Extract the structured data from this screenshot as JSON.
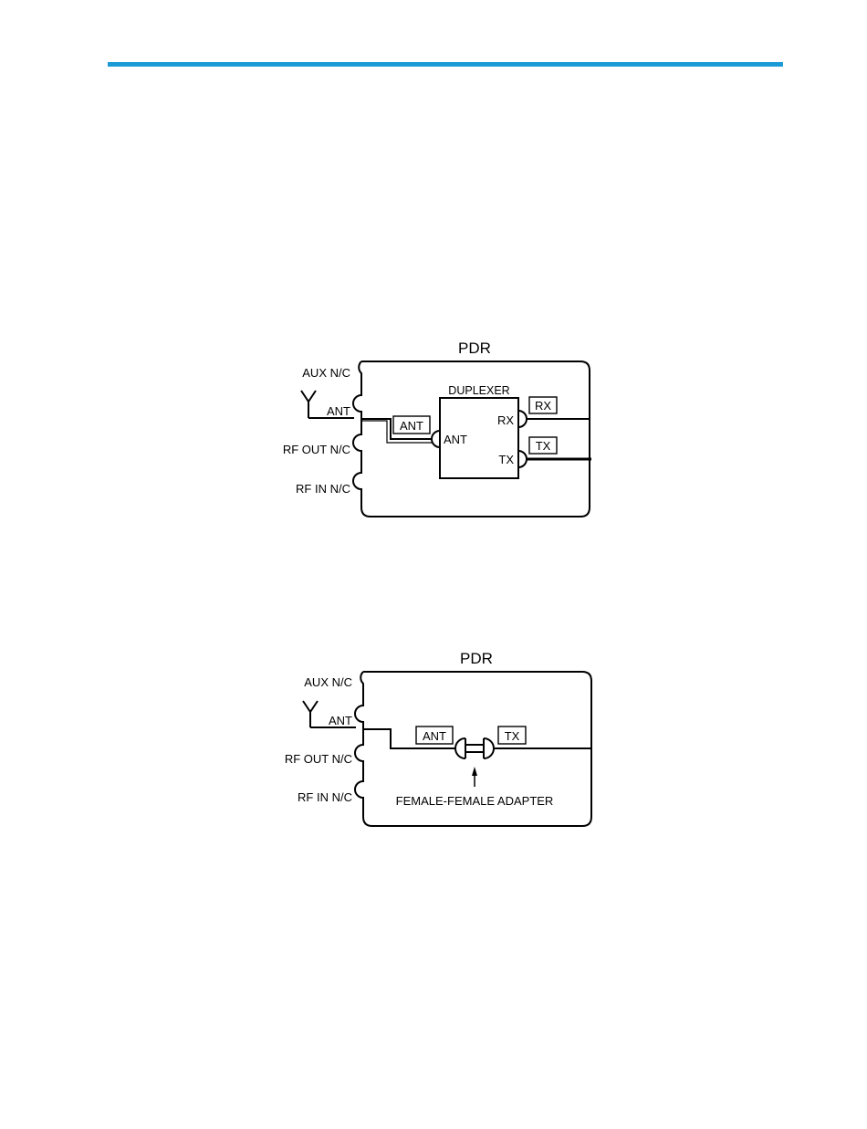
{
  "colors": {
    "rule": "#1c9ad6",
    "ink": "#000000"
  },
  "diagrams": [
    {
      "title": "PDR",
      "ports": [
        "AUX N/C",
        "ANT",
        "RF OUT N/C",
        "RF IN N/C"
      ],
      "antenna_icon": "antenna-icon",
      "duplexer": {
        "title": "DUPLEXER",
        "port_ant": "ANT",
        "port_rx": "RX",
        "port_tx": "TX"
      },
      "tags": {
        "ant": "ANT",
        "rx": "RX",
        "tx": "TX"
      }
    },
    {
      "title": "PDR",
      "ports": [
        "AUX N/C",
        "ANT",
        "RF OUT N/C",
        "RF IN N/C"
      ],
      "antenna_icon": "antenna-icon",
      "tags": {
        "ant": "ANT",
        "tx": "TX"
      },
      "adapter_label": "FEMALE-FEMALE ADAPTER"
    }
  ]
}
